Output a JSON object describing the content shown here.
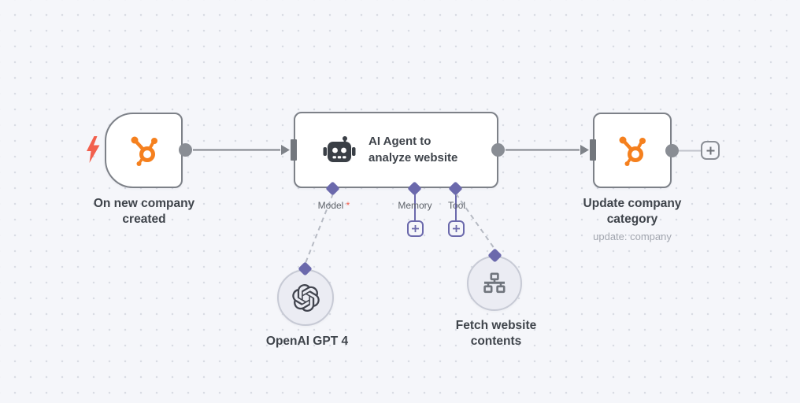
{
  "canvas": {
    "background": "#f5f6fa",
    "dot_color": "#d9dce4"
  },
  "colors": {
    "hubspot_orange": "#f5801e",
    "trigger_bolt_red": "#f2604d",
    "ai_port_purple": "#6b69ac",
    "node_border_gray": "#7d8188",
    "edge_gray": "#7f8389",
    "required_marker_red": "#f45b49"
  },
  "workflow": {
    "trigger_node": {
      "title": "On new company created",
      "icon": "hubspot-icon",
      "trigger_icon": "lightning-bolt-icon"
    },
    "agent_node": {
      "title": "AI Agent to analyze website",
      "icon": "robot-icon",
      "ports": {
        "model": {
          "label": "Model",
          "required_marker": "*"
        },
        "memory": {
          "label": "Memory"
        },
        "tool": {
          "label": "Tool"
        }
      }
    },
    "update_node": {
      "title": "Update company category",
      "subtitle": "update: company",
      "icon": "hubspot-icon"
    },
    "model_subnode": {
      "title": "OpenAI GPT 4",
      "icon": "openai-icon"
    },
    "tool_subnode": {
      "title": "Fetch website contents",
      "icon": "sitemap-icon"
    },
    "add_buttons": {
      "icon": "plus-icon"
    }
  }
}
